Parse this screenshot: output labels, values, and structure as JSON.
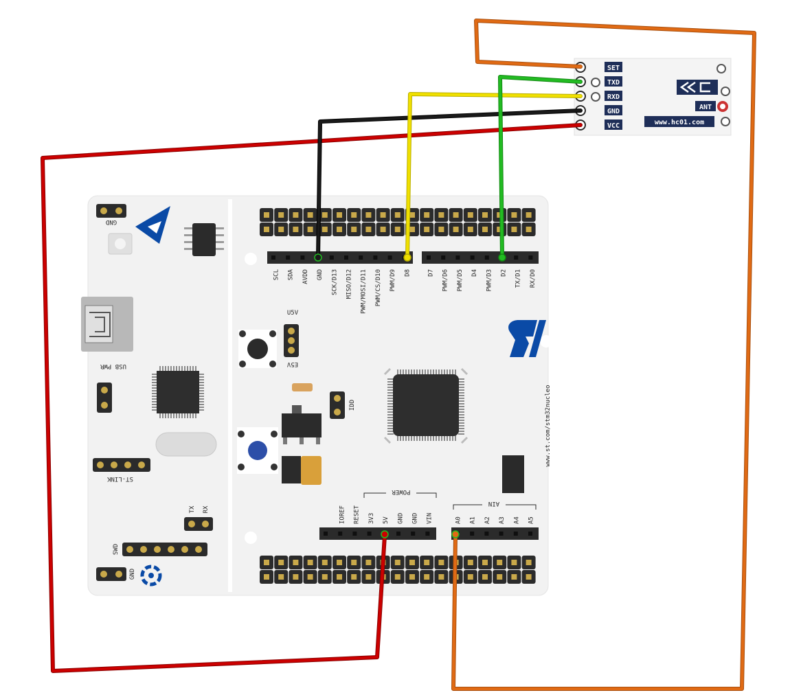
{
  "hc12": {
    "pins": [
      "SET",
      "TXD",
      "RXD",
      "GND",
      "VCC"
    ],
    "ant_label": "ANT",
    "url": "www.hc01.com"
  },
  "nucleo": {
    "top_left_labels": [
      "SCL",
      "SDA",
      "AVDD",
      "GND",
      "SCK/D13",
      "MISO/D12",
      "PWM/MOSI/D11",
      "PWM/CS/D10",
      "PWM/D9",
      "D8"
    ],
    "top_right_labels": [
      "D7",
      "PWM/D6",
      "PWM/D5",
      "D4",
      "PWM/D3",
      "D2",
      "TX/D1",
      "RX/D0"
    ],
    "power_labels": [
      "IOREF",
      "RESET",
      "3V3",
      "5V",
      "GND",
      "GND",
      "VIN"
    ],
    "power_group": "POWER",
    "ain_labels": [
      "A0",
      "A1",
      "A2",
      "A3",
      "A4",
      "A5"
    ],
    "ain_group": "AIN",
    "side_url": "www.st.com/stm32nucleo",
    "gnd_top": "GND",
    "usb_pwr": "USB PWR",
    "st_link": "ST-LINK",
    "u5v": "U5V",
    "e5v": "E5V",
    "idd": "IDD",
    "tx": "TX",
    "rx": "RX",
    "swd": "SWD",
    "gnd_bottom": "GND"
  },
  "colors": {
    "wire_red": "#cc0000",
    "wire_orange": "#e06a14",
    "wire_yellow": "#f0e000",
    "wire_green": "#22bb22",
    "wire_black": "#111111",
    "board": "#f2f2f2",
    "st_blue": "#0a4aa6",
    "hc_label_bg": "#1e2e58"
  }
}
